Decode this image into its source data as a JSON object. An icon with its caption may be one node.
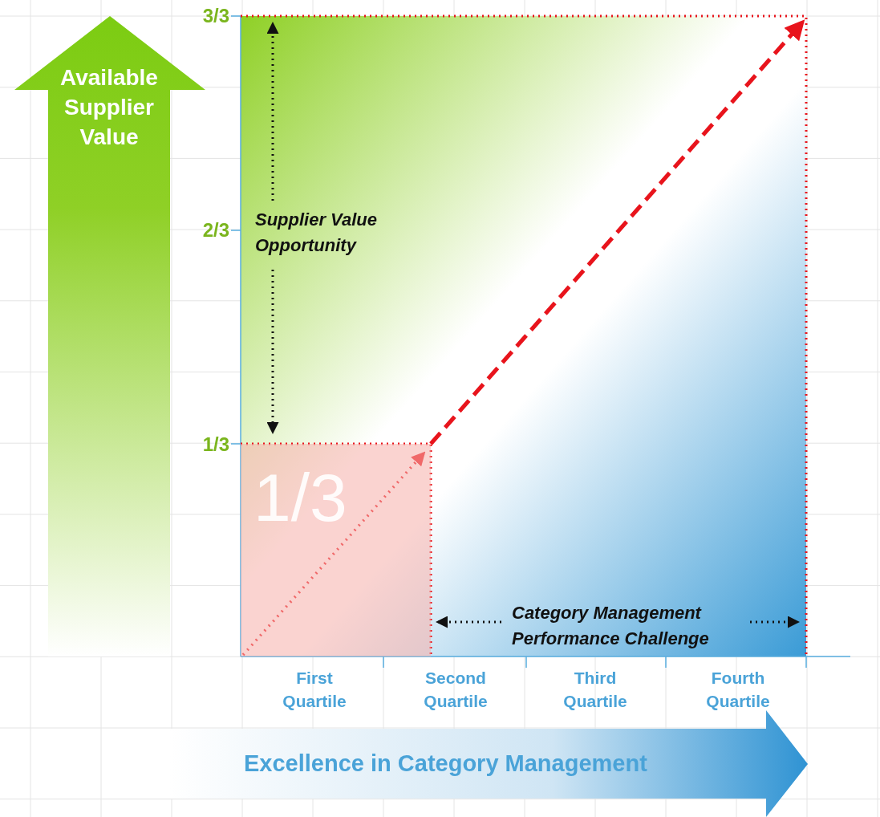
{
  "diagram": {
    "nodes": [
      {
        "text": [
          "Available Supplier Value"
        ]
      },
      {
        "text": [
          "Excellence in Category Management"
        ]
      },
      {
        "text": [
          "1/3"
        ]
      }
    ],
    "labels": [
      "3/3",
      "2/3",
      "1/3",
      "Supplier Value Opportunity",
      "Category Management Performance Challenge",
      "First Quartile",
      "Second Quartile",
      "Third Quartile",
      "Fourth Quartile"
    ]
  }
}
